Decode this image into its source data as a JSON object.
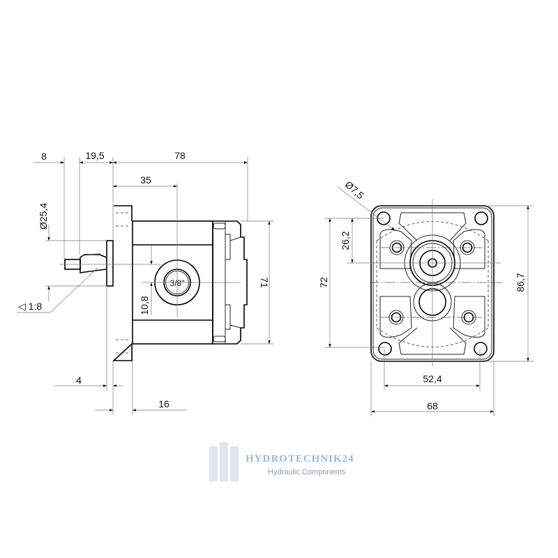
{
  "side_view": {
    "dims": {
      "d8": "8",
      "d19_5": "19,5",
      "d78": "78",
      "d35": "35",
      "dia25_4": "Ø25,4",
      "d10_8": "10,8",
      "d71": "71",
      "taper": "◁ 1:8",
      "d4": "4",
      "d16": "16"
    },
    "port_label": "3/8\""
  },
  "front_view": {
    "dims": {
      "dia7_5": "Ø7,5",
      "d26_2": "26,2",
      "d72": "72",
      "d86_7": "86,7",
      "d52_4": "52,4",
      "d68": "68"
    }
  },
  "watermark": {
    "brand": "HYDROTECHNIK24",
    "tagline": "Hydraulic Components"
  }
}
